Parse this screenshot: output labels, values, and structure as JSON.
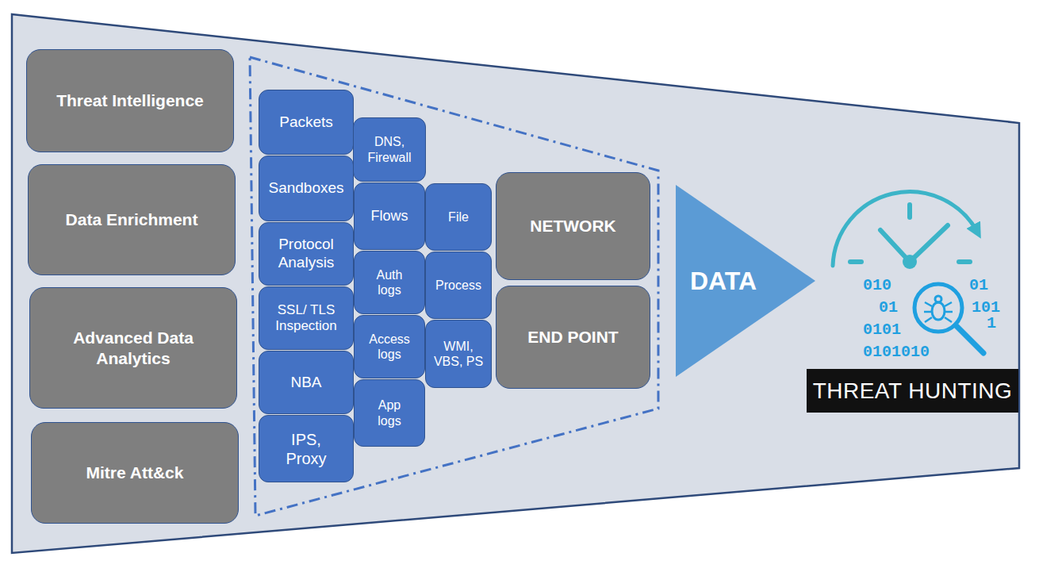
{
  "diagram": {
    "nodes": [
      {
        "text": [
          "Threat Intelligence"
        ]
      },
      {
        "text": [
          "Data Enrichment"
        ]
      },
      {
        "text": [
          "Advanced Data Analytics"
        ]
      },
      {
        "text": [
          "Mitre Att&ck"
        ]
      },
      {
        "text": [
          "Packets"
        ]
      },
      {
        "text": [
          "Sandboxes"
        ]
      },
      {
        "text": [
          "Protocol Analysis"
        ]
      },
      {
        "text": [
          "SSL/ TLS Inspection"
        ]
      },
      {
        "text": [
          "NBA"
        ]
      },
      {
        "text": [
          "IPS, Proxy"
        ]
      },
      {
        "text": [
          "DNS, Firewall"
        ]
      },
      {
        "text": [
          "Flows"
        ]
      },
      {
        "text": [
          "Auth logs"
        ]
      },
      {
        "text": [
          "Access logs"
        ]
      },
      {
        "text": [
          "App logs"
        ]
      },
      {
        "text": [
          "File"
        ]
      },
      {
        "text": [
          "Process"
        ]
      },
      {
        "text": [
          "WMI, VBS, PS"
        ]
      },
      {
        "text": [
          "NETWORK"
        ]
      },
      {
        "text": [
          "END POINT"
        ]
      },
      {
        "text": [
          "DATA"
        ]
      },
      {
        "text": [
          "THREAT HUNTING"
        ]
      }
    ],
    "labels": [
      "010",
      "01",
      "01",
      "101",
      "0101",
      "1",
      "0101010"
    ]
  }
}
